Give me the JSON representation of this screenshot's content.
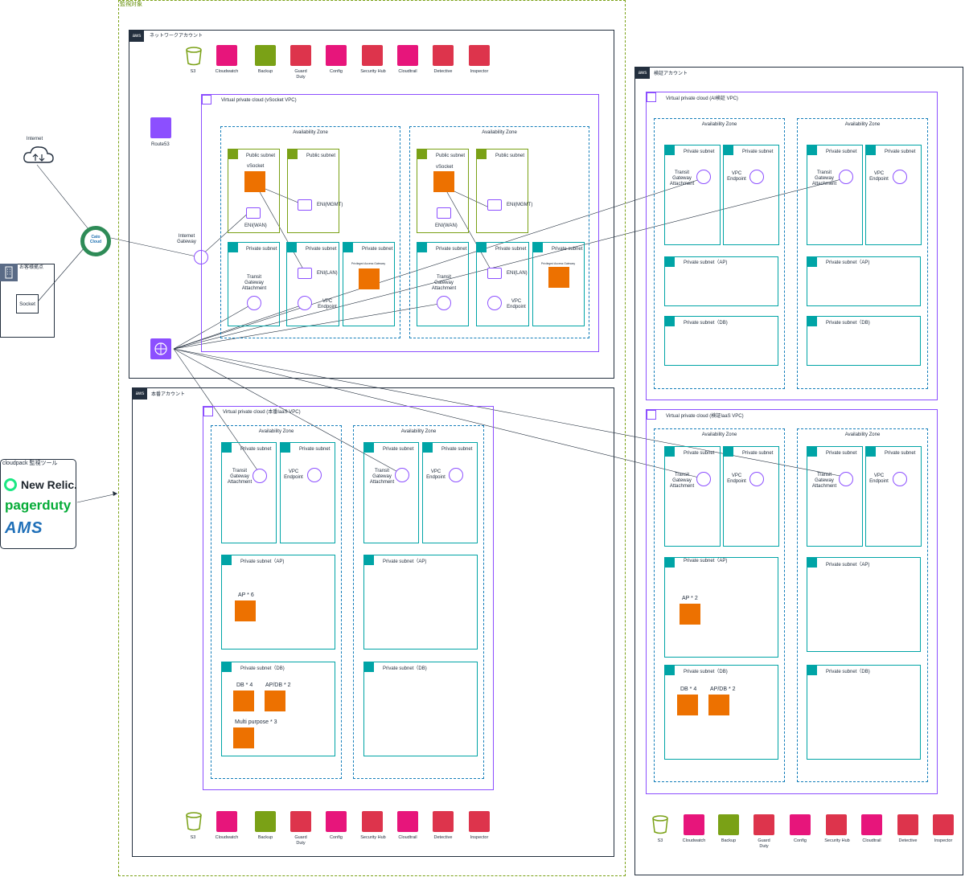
{
  "monitor_label": "監視対象",
  "internet_label": "Internet",
  "customer": {
    "title": "お客様拠点",
    "socket": "Socket"
  },
  "cato": "Cato\nCloud",
  "tools": {
    "title": "cloudpack 監視ツール",
    "newrelic": "New Relic.",
    "pagerduty": "pagerduty",
    "ams": "AMS"
  },
  "network_account": {
    "title": "ネットワークアカウント",
    "route53": "Route53",
    "igw": "Internet\nGateway",
    "vpc_title": "Virtual private cloud (vSocket VPC)"
  },
  "services": [
    "S3",
    "Cloudwatch",
    "Backup",
    "Guard\nDuty",
    "Config",
    "Security Hub",
    "Cloudtrail",
    "Detective",
    "Inspector"
  ],
  "labels": {
    "az": "Availability Zone",
    "public_subnet": "Public subnet",
    "private_subnet": "Private subnet",
    "vsocket": "vSocket",
    "eni_wan": "ENI(WAN)",
    "eni_mgmt": "ENI(MGMT)",
    "eni_lan": "ENI(LAN)",
    "tgw_att": "Transit\nGateway\nAttachment",
    "vpce": "VPC\nEndpoint",
    "privileged": "Privileged Access Gateway",
    "ap_subnet": "Private subnet（AP)",
    "db_subnet": "Private subnet（DB)"
  },
  "prod_account": {
    "title": "本番アカウント",
    "vpc_title": "Virtual private cloud (本番IaaS VPC)",
    "ap": "AP * 6",
    "db": "DB * 4",
    "apdb": "AP/DB * 2",
    "multi": "Multi purpose * 3"
  },
  "verify_account": {
    "title": "検証アカウント",
    "vpc1_title": "Virtual private cloud (AI検証 VPC)",
    "vpc2_title": "Virtual private cloud (検証IaaS VPC)",
    "ap": "AP * 2",
    "db": "DB * 4",
    "apdb": "AP/DB * 2"
  },
  "colors": {
    "vpc": "#8c4fff",
    "subnet_private": "#00a4a6",
    "subnet_public": "#7aa116",
    "ec2": "#ed7100",
    "mgmt": "#e7157b",
    "security": "#dd344c",
    "monitor_border": "#7aa116"
  }
}
